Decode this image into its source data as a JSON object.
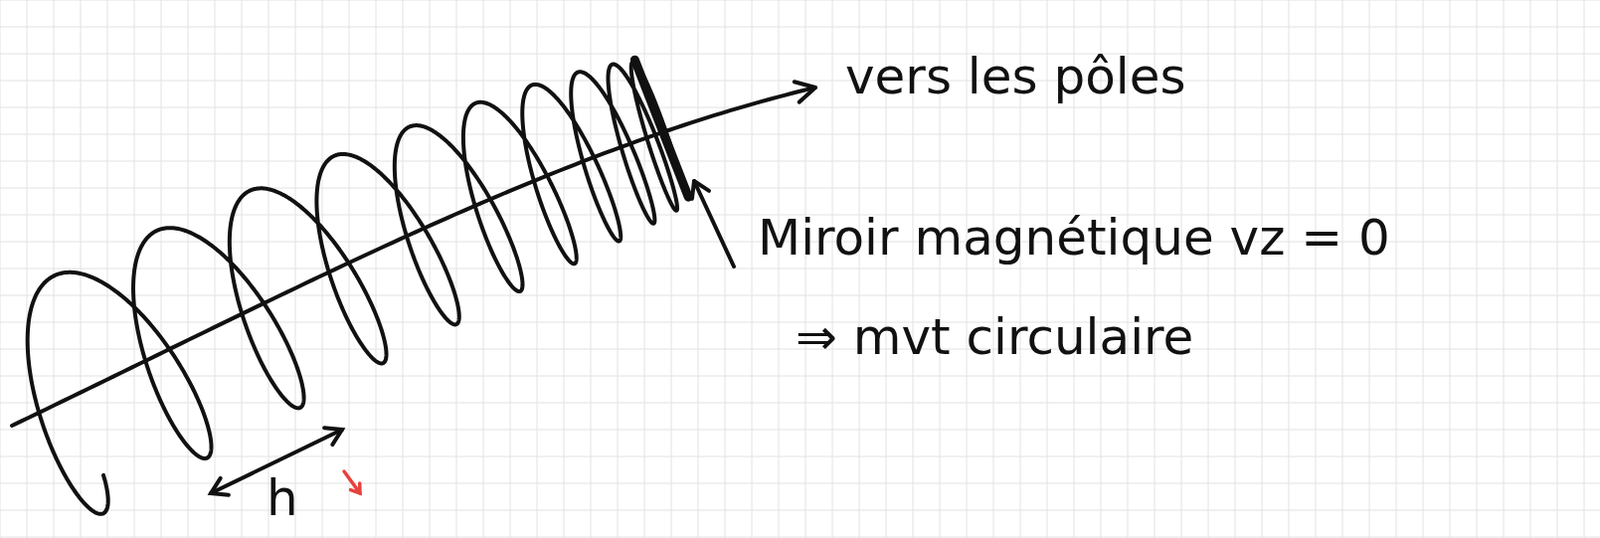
{
  "diagram": {
    "labels": [
      "vers les pôles",
      "Miroir magnétique vz = 0",
      "⇒ mvt circulaire",
      "h"
    ]
  }
}
